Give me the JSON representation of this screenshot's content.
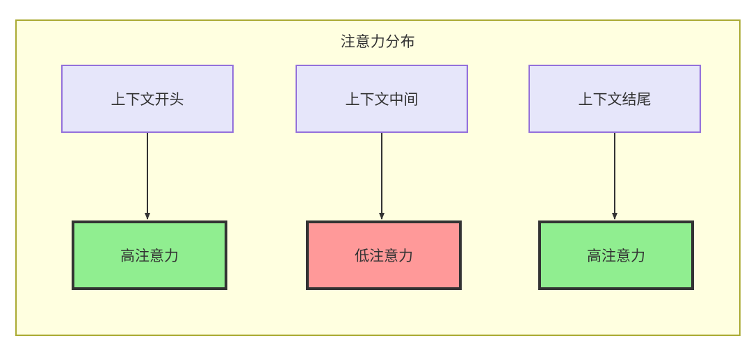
{
  "diagram": {
    "title": "注意力分布",
    "container": {
      "fill": "#FFFFE0",
      "stroke": "#AAAA33"
    },
    "columns": [
      {
        "source": {
          "label": "上下文开头",
          "fill": "#E6E6FA",
          "stroke": "#9370DB"
        },
        "target": {
          "label": "高注意力",
          "fill": "#90EE90",
          "stroke": "#333333"
        },
        "edge": {
          "kind": "arrow-down",
          "stroke": "#333333"
        }
      },
      {
        "source": {
          "label": "上下文中间",
          "fill": "#E6E6FA",
          "stroke": "#9370DB"
        },
        "target": {
          "label": "低注意力",
          "fill": "#FF9999",
          "stroke": "#333333"
        },
        "edge": {
          "kind": "arrow-down",
          "stroke": "#333333"
        }
      },
      {
        "source": {
          "label": "上下文结尾",
          "fill": "#E6E6FA",
          "stroke": "#9370DB"
        },
        "target": {
          "label": "高注意力",
          "fill": "#90EE90",
          "stroke": "#333333"
        },
        "edge": {
          "kind": "arrow-down",
          "stroke": "#333333"
        }
      }
    ]
  }
}
